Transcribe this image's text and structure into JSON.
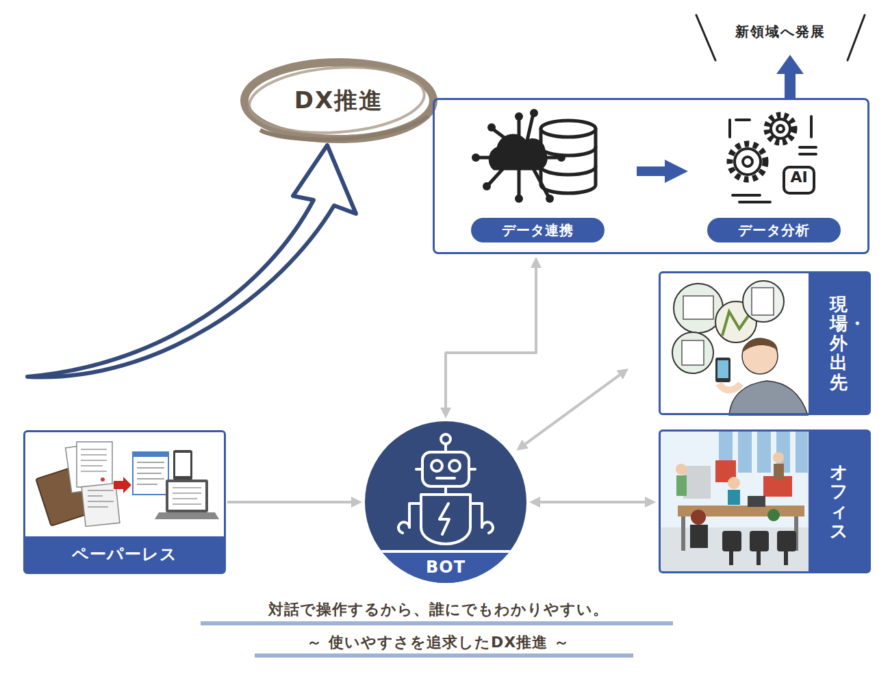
{
  "diagram": {
    "nodes": [
      {
        "text": [
          "DX推進"
        ]
      },
      {
        "text": []
      },
      {
        "text": [
          "データ連携"
        ],
        "in": 1
      },
      {
        "text": [
          "データ分析"
        ],
        "in": 1
      },
      {
        "text": [
          "現場・外出先"
        ]
      },
      {
        "text": [
          "オフィス"
        ]
      },
      {
        "text": [
          "ペーパーレス"
        ]
      },
      {
        "text": [
          "BOT"
        ]
      }
    ],
    "edges": [
      {
        "from": 2,
        "to": 3,
        "arrow": "to"
      },
      {
        "from": 6,
        "to": 7,
        "arrow": "to"
      },
      {
        "from": 7,
        "to": 1,
        "arrow": "both"
      },
      {
        "from": 7,
        "to": 4,
        "arrow": "both"
      },
      {
        "from": 7,
        "to": 5,
        "arrow": "both"
      }
    ],
    "labels": [
      "新領域へ発展",
      "AI",
      "対話で操作するから、誰にでもわかりやすい。",
      "～ 使いやすさを追求したDX推進 ～"
    ]
  }
}
